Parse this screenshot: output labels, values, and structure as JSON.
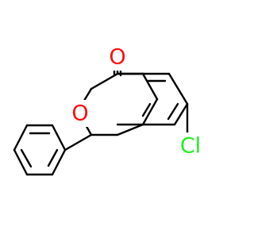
{
  "molecule": {
    "atoms": {
      "carbonyl_oxygen": {
        "label": "O",
        "color": "#ff0d0d"
      },
      "ring_oxygen": {
        "label": "O",
        "color": "#ff0d0d"
      },
      "chlorine": {
        "label": "Cl",
        "color": "#1ff01f"
      }
    },
    "colors": {
      "bond": "#000000",
      "background": "#ffffff"
    }
  }
}
